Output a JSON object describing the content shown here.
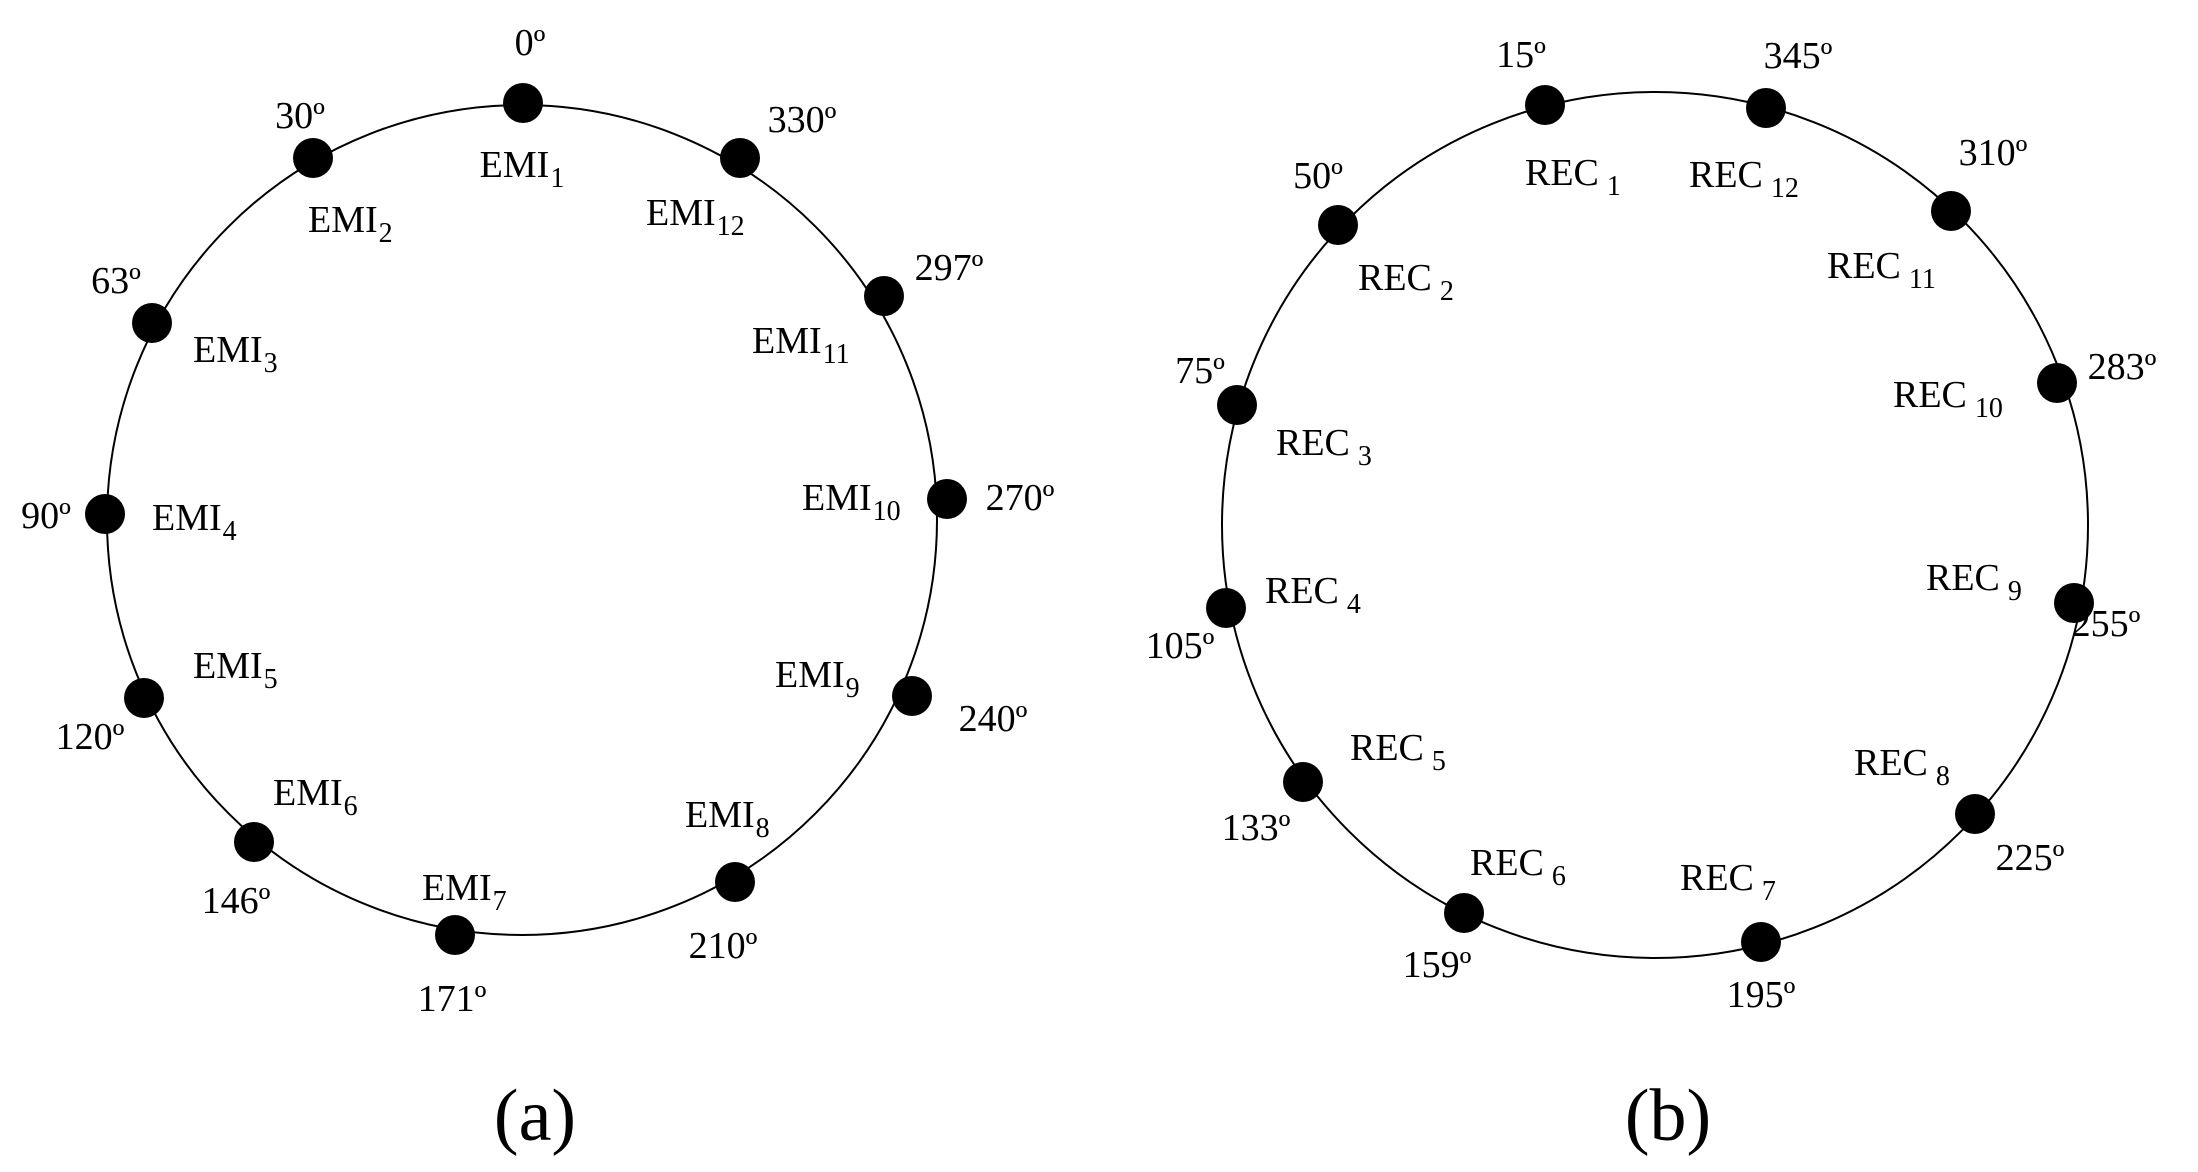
{
  "panels": [
    {
      "caption": "(a)",
      "nodes": [
        {
          "prefix": "EMI",
          "sub": "1",
          "angle": "0º"
        },
        {
          "prefix": "EMI",
          "sub": "2",
          "angle": "30º"
        },
        {
          "prefix": "EMI",
          "sub": "3",
          "angle": "63º"
        },
        {
          "prefix": "EMI",
          "sub": "4",
          "angle": "90º"
        },
        {
          "prefix": "EMI",
          "sub": "5",
          "angle": "120º"
        },
        {
          "prefix": "EMI",
          "sub": "6",
          "angle": "146º"
        },
        {
          "prefix": "EMI",
          "sub": "7",
          "angle": "171º"
        },
        {
          "prefix": "EMI",
          "sub": "8",
          "angle": "210º"
        },
        {
          "prefix": "EMI",
          "sub": "9",
          "angle": "240º"
        },
        {
          "prefix": "EMI",
          "sub": "10",
          "angle": "270º"
        },
        {
          "prefix": "EMI",
          "sub": "11",
          "angle": "297º"
        },
        {
          "prefix": "EMI",
          "sub": "12",
          "angle": "330º"
        }
      ]
    },
    {
      "caption": "(b)",
      "nodes": [
        {
          "prefix": "REC",
          "sub": "1",
          "angle": "15º"
        },
        {
          "prefix": "REC",
          "sub": "2",
          "angle": "50º"
        },
        {
          "prefix": "REC",
          "sub": "3",
          "angle": "75º"
        },
        {
          "prefix": "REC",
          "sub": "4",
          "angle": "105º"
        },
        {
          "prefix": "REC",
          "sub": "5",
          "angle": "133º"
        },
        {
          "prefix": "REC",
          "sub": "6",
          "angle": "159º"
        },
        {
          "prefix": "REC",
          "sub": "7",
          "angle": "195º"
        },
        {
          "prefix": "REC",
          "sub": "8",
          "angle": "225º"
        },
        {
          "prefix": "REC",
          "sub": "9",
          "angle": "255º"
        },
        {
          "prefix": "REC",
          "sub": "10",
          "angle": "283º"
        },
        {
          "prefix": "REC",
          "sub": "11",
          "angle": "310º"
        },
        {
          "prefix": "REC",
          "sub": "12",
          "angle": "345º"
        }
      ]
    }
  ]
}
